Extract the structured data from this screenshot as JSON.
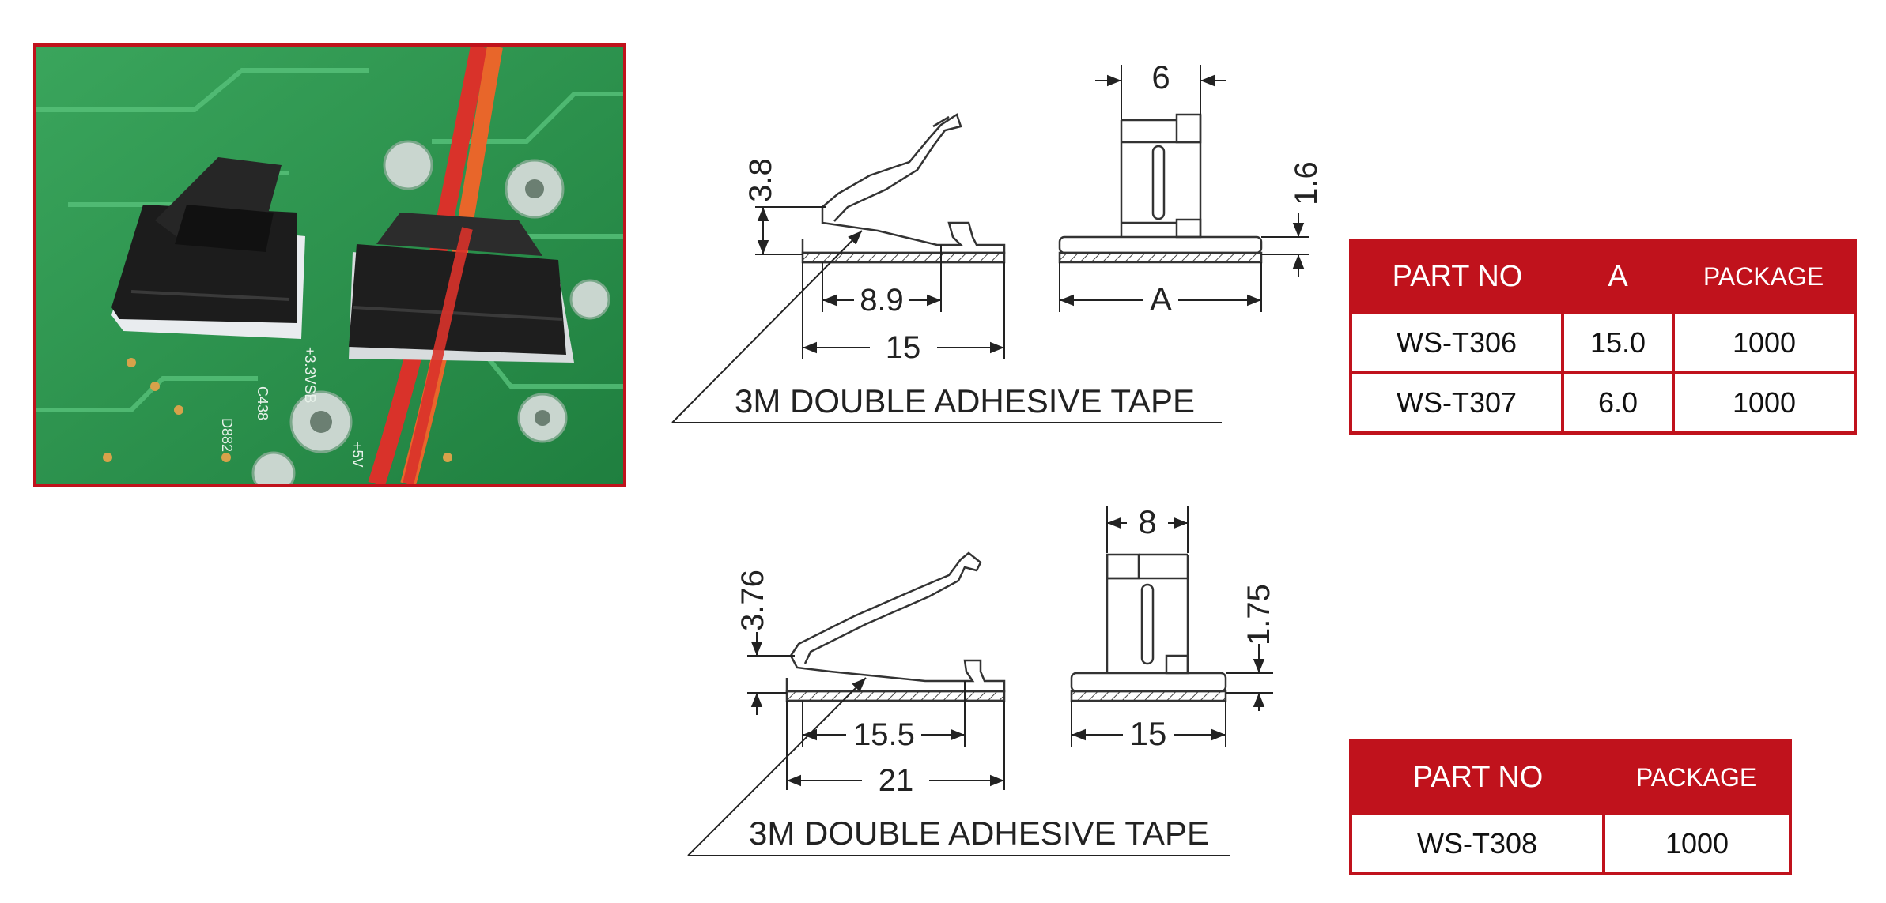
{
  "photo": {
    "icon": "pcb-wire-clip-photo",
    "colors": {
      "frame": "#c0121c",
      "board": "#2f9a52",
      "clip": "#1b1b1b",
      "wire_red": "#d9322a",
      "wire_orange": "#e8662a"
    },
    "silkscreen": [
      "C438",
      "D882",
      "+3.3VSB",
      "+5V"
    ]
  },
  "drawing1": {
    "height_dim": "3.8",
    "inner_width_dim": "8.9",
    "length_dim": "15",
    "width_dim": "6",
    "base_dim": "1.6",
    "variable_dim": "A",
    "tape_label": "3M  DOUBLE  ADHESIVE  TAPE"
  },
  "drawing2": {
    "height_dim": "3.76",
    "inner_width_dim": "15.5",
    "length_dim": "21",
    "width_dim": "8",
    "base_dim": "1.75",
    "base_width_dim": "15",
    "tape_label": "3M  DOUBLE  ADHESIVE  TAPE"
  },
  "table1": {
    "headers": [
      "PART NO",
      "A",
      "PACKAGE"
    ],
    "rows": [
      [
        "WS-T306",
        "15.0",
        "1000"
      ],
      [
        "WS-T307",
        "6.0",
        "1000"
      ]
    ]
  },
  "table2": {
    "headers": [
      "PART NO",
      "PACKAGE"
    ],
    "rows": [
      [
        "WS-T308",
        "1000"
      ]
    ]
  },
  "accent_color": "#c0121c"
}
